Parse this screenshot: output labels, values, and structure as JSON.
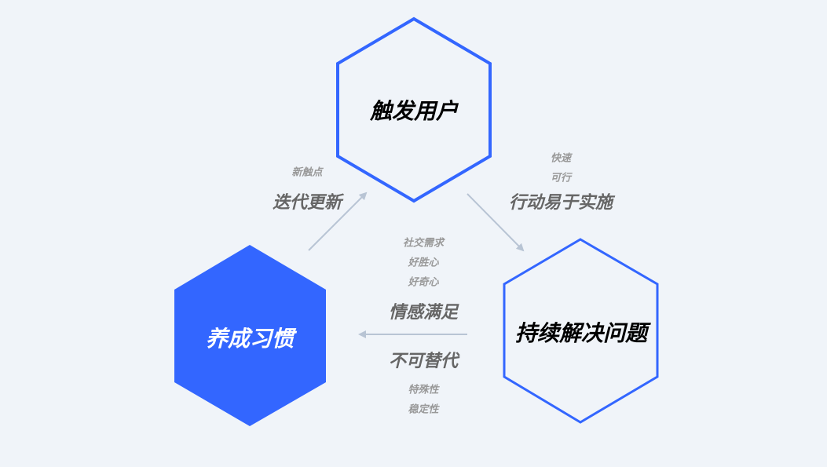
{
  "colors": {
    "accent": "#3366ff",
    "arrow": "#b8c4d4",
    "background": "#f0f4f9"
  },
  "nodes": {
    "trigger": "触发用户",
    "solve": "持续解决问题",
    "habit": "养成习惯"
  },
  "edges": {
    "iterate": {
      "title": "迭代更新",
      "notes": [
        "新触点"
      ]
    },
    "action": {
      "title": "行动易于实施",
      "notes": [
        "快速",
        "可行"
      ]
    },
    "emotion": {
      "title": "情感满足",
      "notes": [
        "社交需求",
        "好胜心",
        "好奇心"
      ]
    },
    "irreplaceable": {
      "title": "不可替代",
      "notes": [
        "特殊性",
        "稳定性"
      ]
    }
  }
}
